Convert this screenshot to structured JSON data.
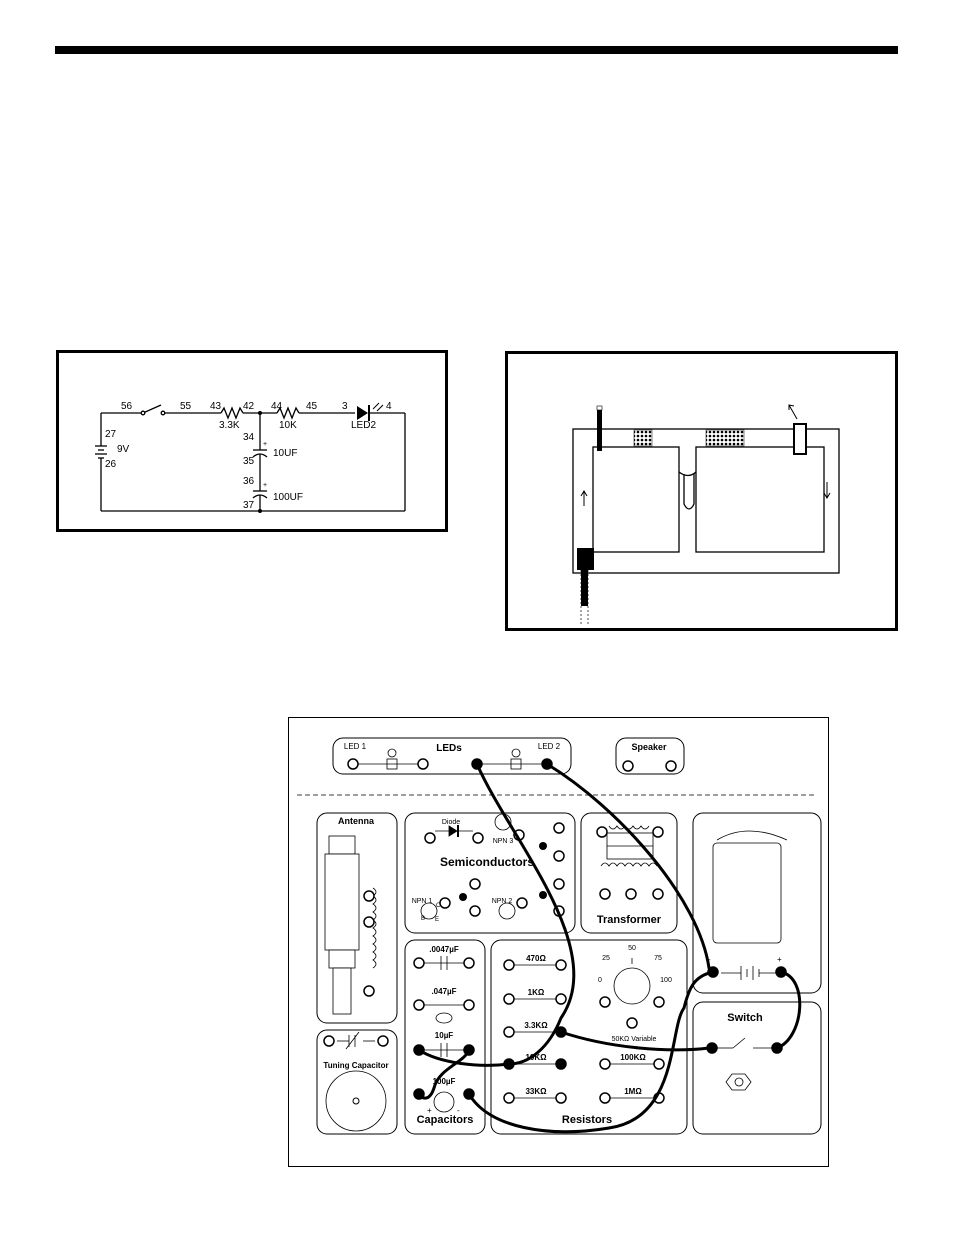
{
  "schematic": {
    "nodes": [
      "56",
      "55",
      "43",
      "42",
      "44",
      "45",
      "3",
      "4",
      "27",
      "26",
      "34",
      "35",
      "36",
      "37"
    ],
    "battery": "9V",
    "r1": "3.3K",
    "r2": "10K",
    "led": "LED2",
    "c1": "10UF",
    "c2": "100UF",
    "plus": "+"
  },
  "board": {
    "leds_title": "LEDs",
    "led1": "LED 1",
    "led2": "LED 2",
    "speaker": "Speaker",
    "antenna": "Antenna",
    "diode": "Diode",
    "semiconductors": "Semiconductors",
    "npn1": "NPN 1",
    "npn2": "NPN 2",
    "npn3": "NPN 3",
    "transformer": "Transformer",
    "tuning_capacitor": "Tuning Capacitor",
    "capacitors": "Capacitors",
    "resistors": "Resistors",
    "switch": "Switch",
    "variable": "50KΩ Variable",
    "cap_values": [
      ".0047µF",
      ".047µF",
      "10µF",
      "100µF"
    ],
    "res_values": [
      "470Ω",
      "1KΩ",
      "3.3KΩ",
      "10KΩ",
      "33KΩ",
      "100KΩ",
      "1MΩ"
    ],
    "pot_marks": [
      "50",
      "25",
      "75",
      "0",
      "100"
    ],
    "transistor_pins": [
      "B",
      "C",
      "E"
    ],
    "polarity": [
      "+",
      "-"
    ]
  }
}
